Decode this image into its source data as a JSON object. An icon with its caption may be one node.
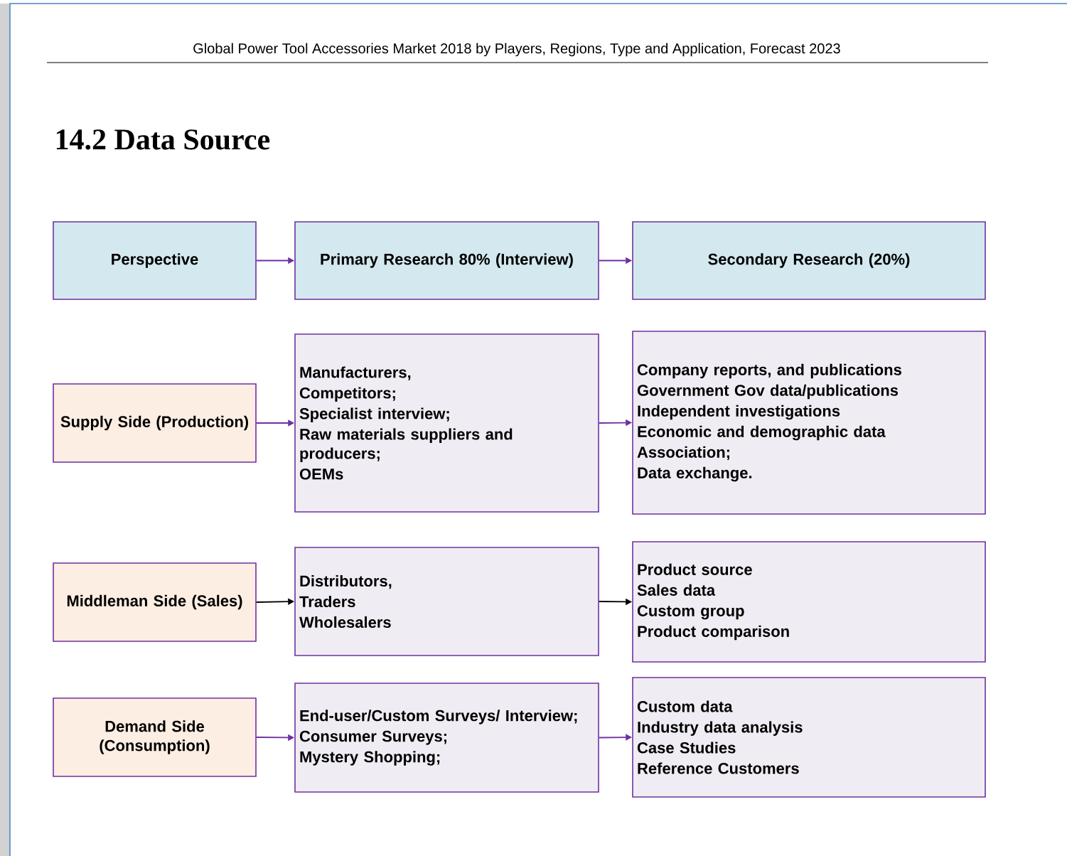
{
  "diagram": {
    "title": "14.2 Data Source",
    "nodes": [
      {
        "text": [
          "Perspective"
        ]
      },
      {
        "text": [
          "Primary Research 80% (Interview)"
        ]
      },
      {
        "text": [
          "Secondary Research (20%)"
        ]
      },
      {
        "text": [
          "Supply Side (Production)"
        ]
      },
      {
        "text": [
          "Manufacturers,",
          "Competitors;",
          "Specialist interview;",
          "Raw materials suppliers and producers;",
          "OEMs"
        ]
      },
      {
        "text": [
          "Company reports, and publications",
          "Government Gov data/publications",
          "Independent investigations",
          "Economic and demographic data",
          "Association;",
          "Data exchange."
        ]
      },
      {
        "text": [
          "Middleman Side (Sales)"
        ]
      },
      {
        "text": [
          "Distributors,",
          "Traders",
          "Wholesalers"
        ]
      },
      {
        "text": [
          "Product source",
          "Sales data",
          "Custom group",
          "Product comparison"
        ]
      },
      {
        "text": [
          "Demand Side (Consumption)"
        ]
      },
      {
        "text": [
          "End-user/Custom Surveys/ Interview;",
          "Consumer Surveys;",
          "Mystery Shopping;"
        ]
      },
      {
        "text": [
          "Custom data",
          "Industry data analysis",
          "Case Studies",
          "Reference Customers"
        ]
      }
    ],
    "edges": [
      {
        "from": 0,
        "to": 1,
        "arrow": "to"
      },
      {
        "from": 1,
        "to": 2,
        "arrow": "to"
      },
      {
        "from": 3,
        "to": 4,
        "arrow": "to"
      },
      {
        "from": 4,
        "to": 5,
        "arrow": "to"
      },
      {
        "from": 6,
        "to": 7,
        "arrow": "to",
        "color": "#000000"
      },
      {
        "from": 7,
        "to": 8,
        "arrow": "to",
        "color": "#000000"
      },
      {
        "from": 9,
        "to": 10,
        "arrow": "to"
      },
      {
        "from": 10,
        "to": 11,
        "arrow": "to"
      }
    ],
    "labels": [
      "Global Power Tool Accessories Market 2018 by Players, Regions, Type and Application, Forecast 2023"
    ]
  }
}
